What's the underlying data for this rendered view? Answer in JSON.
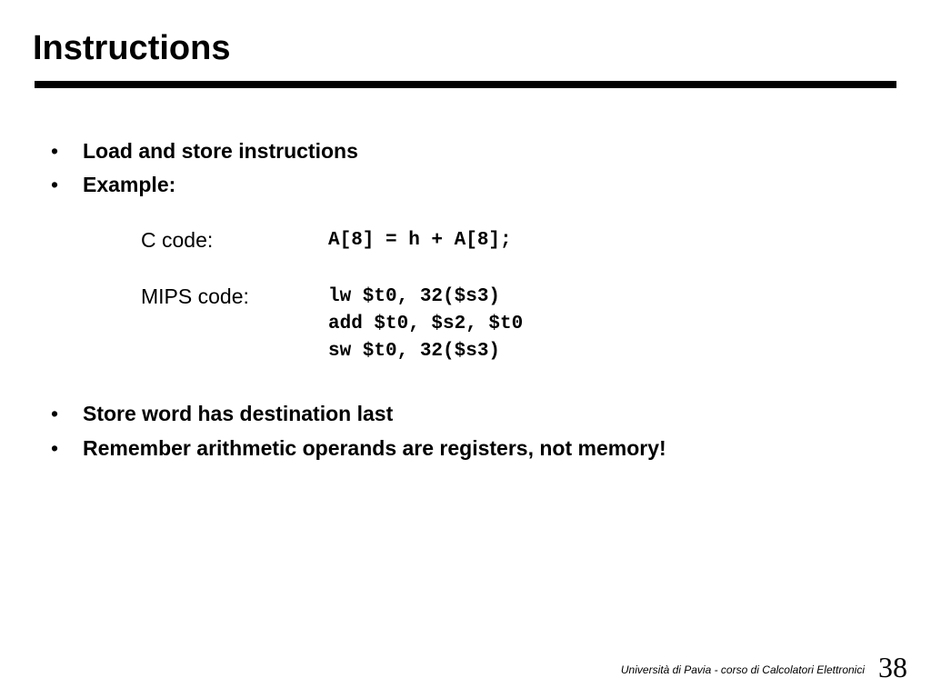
{
  "slide": {
    "title": "Instructions",
    "bullets_top": [
      {
        "marker": "•",
        "text": "Load and store instructions"
      },
      {
        "marker": "•",
        "text": "Example:"
      }
    ],
    "example": {
      "c_label": "C code:",
      "c_code": "A[8] = h + A[8];",
      "mips_label": "MIPS code:",
      "mips_lines": [
        "lw $t0, 32($s3)",
        "add $t0, $s2, $t0",
        "sw $t0, 32($s3)"
      ]
    },
    "bullets_bottom": [
      {
        "marker": "•",
        "text": "Store word has destination last"
      },
      {
        "marker": "•",
        "text": "Remember arithmetic operands are registers, not memory!"
      }
    ]
  },
  "footer": {
    "text": "Università di Pavia  - corso di Calcolatori Elettronici",
    "page_number": "38"
  }
}
